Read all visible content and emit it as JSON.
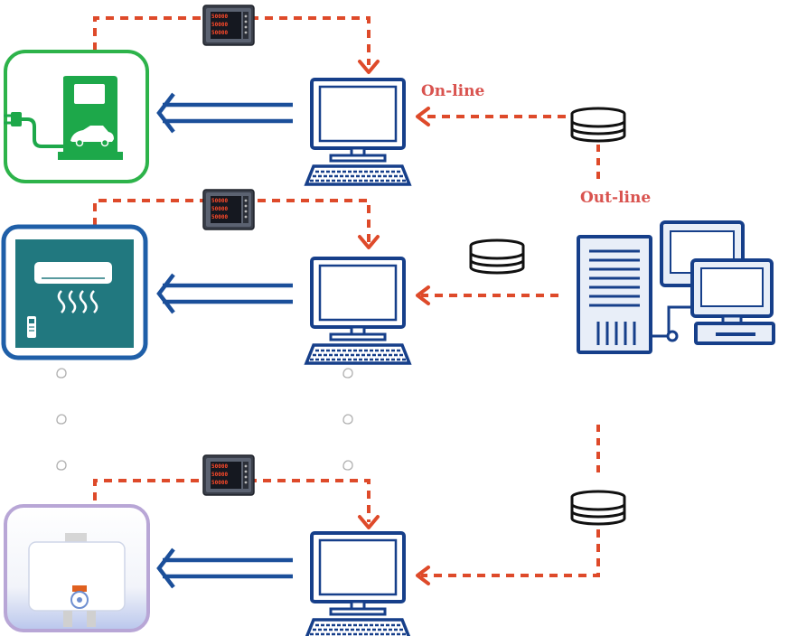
{
  "labels": {
    "online": "On-line",
    "outline": "Out-line"
  },
  "meter": {
    "readout": [
      "50000",
      "50000",
      "50000"
    ]
  },
  "colors": {
    "dashed_link": "#de4a2a",
    "blue_arrow": "#1b4f9a",
    "charger_frame": "#2db34a",
    "charger_fill": "#1da84a",
    "ac_frame": "#1f5fa8",
    "ac_fill": "#21787f",
    "heater_frame": "#b8a6d6",
    "label": "#d9534f"
  },
  "icons": {
    "charger": "ev-charger-icon",
    "ac": "air-conditioner-icon",
    "heater": "water-heater-icon",
    "meter": "power-meter-icon",
    "pc": "computer-terminal-icon",
    "db": "database-icon",
    "server": "server-workstation-icon"
  }
}
